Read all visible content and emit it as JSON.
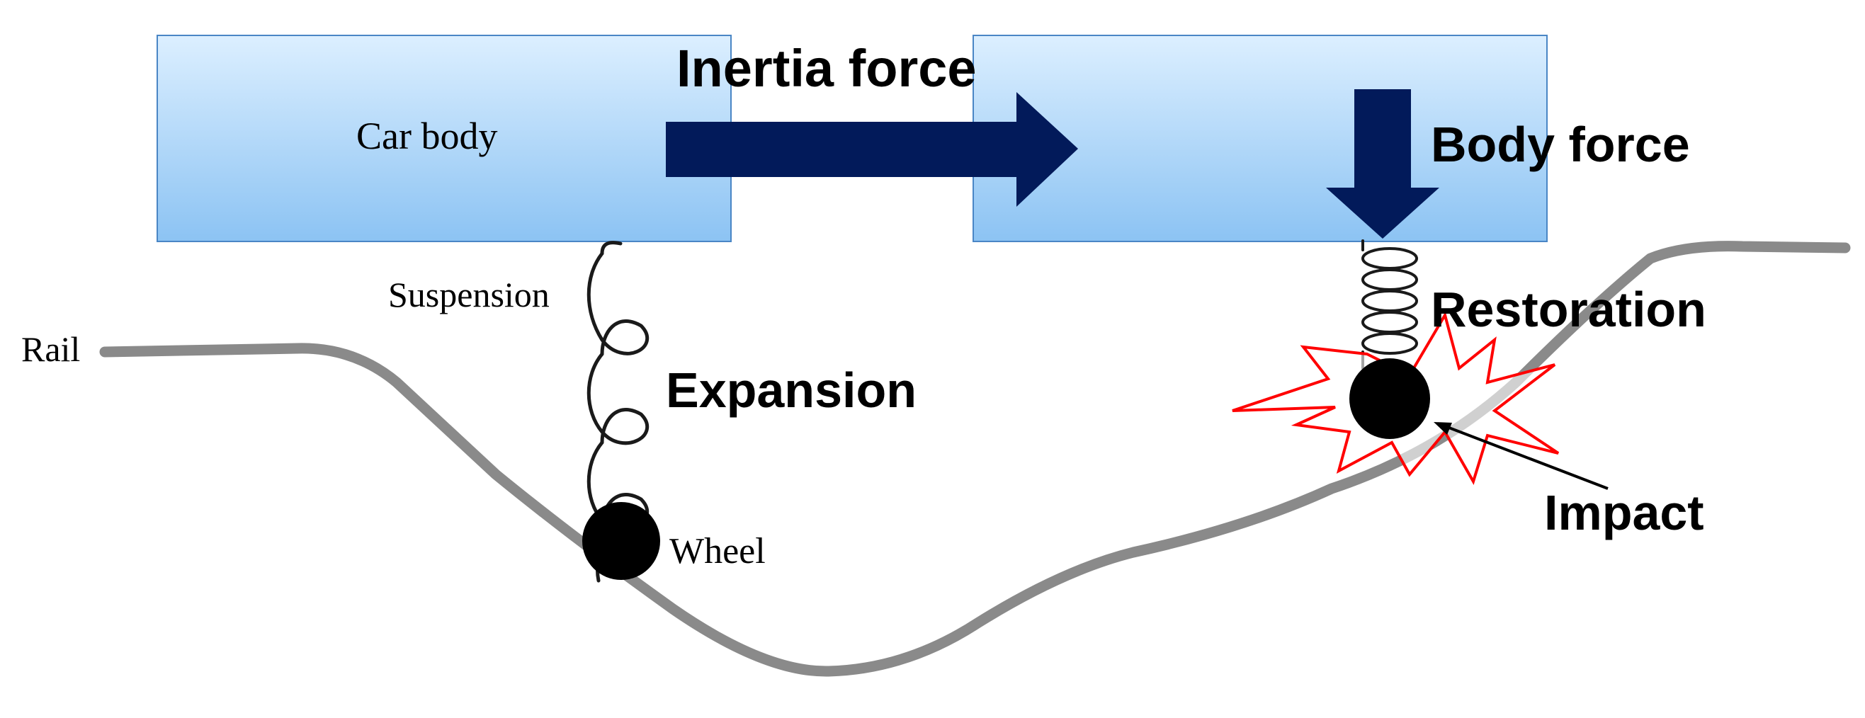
{
  "labels": {
    "car_body": "Car body",
    "suspension": "Suspension",
    "rail": "Rail",
    "wheel": "Wheel",
    "inertia_force": "Inertia force",
    "body_force": "Body force",
    "expansion": "Expansion",
    "restoration": "Restoration",
    "impact": "Impact"
  },
  "colors": {
    "car_body_top": "#dcefff",
    "car_body_bottom": "#8cc3f3",
    "car_body_border": "#4a86c5",
    "arrow": "#021a5a",
    "rail": "#8a8a8a",
    "spring": "#1a1a1a",
    "wheel": "#000000",
    "impact_burst": "#ff0000"
  }
}
